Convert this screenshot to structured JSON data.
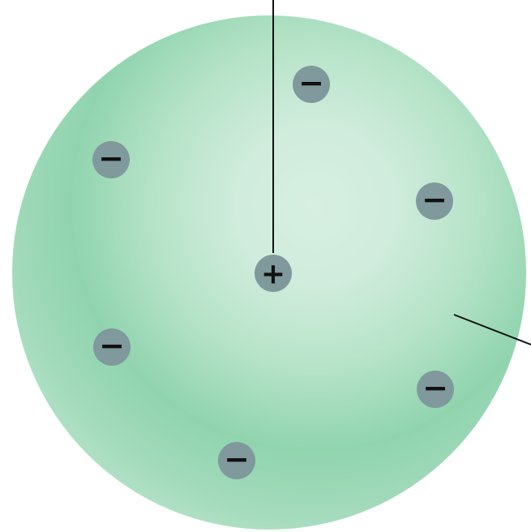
{
  "diagram": {
    "colors": {
      "sphere_center": "#d6efe1",
      "sphere_mid": "#8fd3ad",
      "sphere_edge": "#a8dcc0",
      "particle_fill": "#7f999c",
      "particle_symbol": "#111111",
      "leader_line": "#111111",
      "background": "#ffffff"
    },
    "center_particle": {
      "charge": "positive",
      "symbol": "+"
    },
    "electrons": [
      {
        "charge": "negative",
        "symbol": "−"
      },
      {
        "charge": "negative",
        "symbol": "−"
      },
      {
        "charge": "negative",
        "symbol": "−"
      },
      {
        "charge": "negative",
        "symbol": "−"
      },
      {
        "charge": "negative",
        "symbol": "−"
      },
      {
        "charge": "negative",
        "symbol": "−"
      }
    ]
  }
}
